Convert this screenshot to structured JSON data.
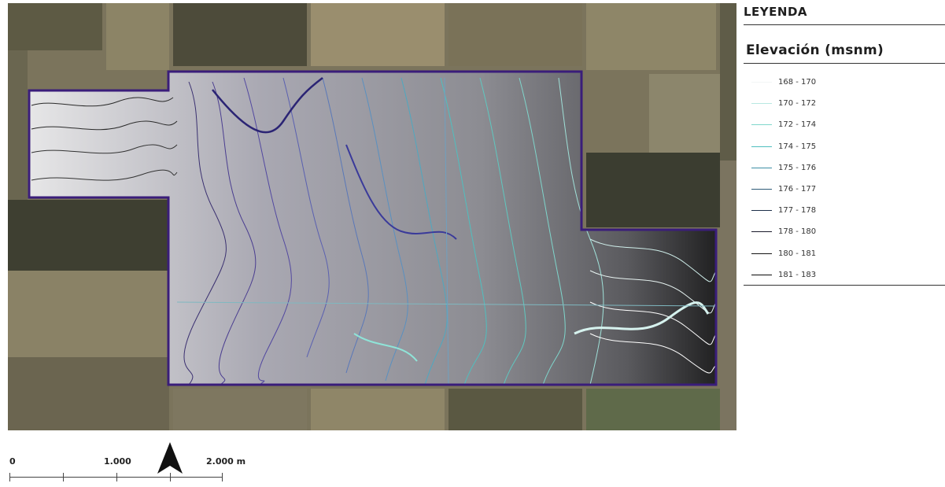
{
  "legend": {
    "title": "LEYENDA",
    "subtitle": "Elevación (msnm)",
    "items": [
      {
        "label": "168 - 170",
        "color": "#f2f6f6"
      },
      {
        "label": "170 - 172",
        "color": "#b8e8e2"
      },
      {
        "label": "172 - 174",
        "color": "#7fd6cc"
      },
      {
        "label": "174 - 175",
        "color": "#4fbfbf"
      },
      {
        "label": "175 - 176",
        "color": "#3c8ea6"
      },
      {
        "label": "176 - 177",
        "color": "#2d5a78"
      },
      {
        "label": "177 - 178",
        "color": "#1e2f4a"
      },
      {
        "label": "178 - 180",
        "color": "#1a1a2a"
      },
      {
        "label": "180 - 181",
        "color": "#141414"
      },
      {
        "label": "181 - 183",
        "color": "#0a0a0a"
      }
    ]
  },
  "scale_bar": {
    "labels": [
      "0",
      "1.000",
      "2.000 m"
    ]
  },
  "north_arrow": {
    "icon": "north-arrow-icon"
  },
  "boundary_color": "#3a1d7a"
}
